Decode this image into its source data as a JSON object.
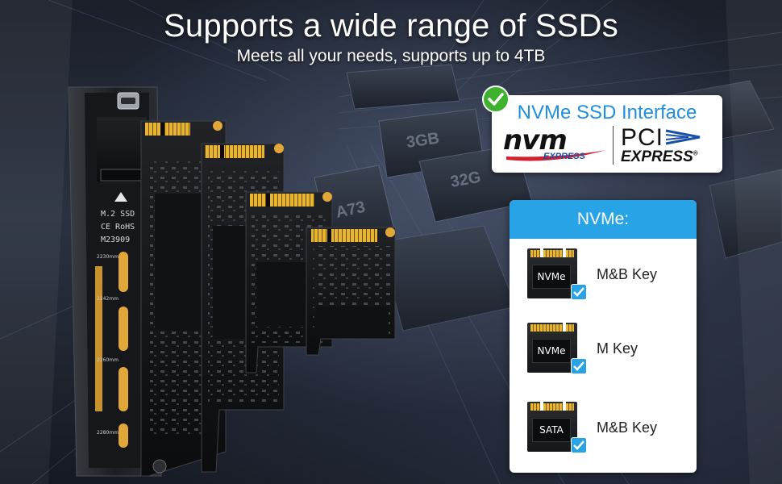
{
  "headline": "Supports a wide range of SSDs",
  "subline": "Meets all your needs, supports up to 4TB",
  "interface_card": {
    "title": "NVMe SSD Interface",
    "nvm_logo_word": "nvm",
    "nvm_logo_sub": "EXPRESS",
    "pci_logo_word": "PCI",
    "pci_logo_sub": "EXPRESS",
    "pci_reg": "®"
  },
  "enclosure_markings": {
    "model": "M.2 SSD",
    "cert": "CE RoHS",
    "code": "M23909",
    "sizes": [
      "2230mm",
      "2242mm",
      "2260mm",
      "2280mm"
    ]
  },
  "board_labels": [
    "3GB",
    "32G",
    "A73"
  ],
  "key_panel": {
    "title": "NVMe:",
    "items": [
      {
        "chip_label": "NVMe",
        "key": "M&B Key"
      },
      {
        "chip_label": "NVMe",
        "key": "M Key"
      },
      {
        "chip_label": "SATA",
        "key": "M&B Key"
      }
    ]
  },
  "colors": {
    "accent_blue": "#27a3e6",
    "title_blue": "#1f8fe0",
    "check_green": "#3fb22d",
    "gold_contacts": "#e8b532"
  },
  "icons": [
    "check-badge-icon",
    "checkbox-icon",
    "pcie-chevrons-icon",
    "nvm-swoosh-icon"
  ]
}
